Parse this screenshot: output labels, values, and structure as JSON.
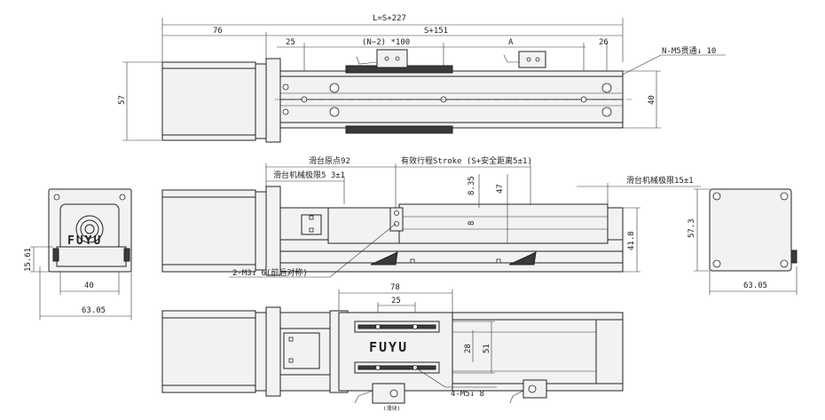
{
  "dimensions": {
    "total_length": "L=S+227",
    "motor_length": "76",
    "stroke_plus": "S+151",
    "left_offset": "25",
    "hole_pitch": "(N−2) *100",
    "pitch_a": "A",
    "right_offset": "26",
    "mount_holes": "N-M5贯通↓ 10",
    "height_57": "57",
    "width_40": "40",
    "origin": "滑台原点92",
    "effective_stroke": "有效行程Stroke (S+安全距离5±1)",
    "mech_limit_left": "滑台机械极限5 3±1",
    "mech_limit_right": "滑台机械极限15±1",
    "v_8_35": "8.35",
    "v_47": "47",
    "v_8": "8",
    "v_41_8": "41.8",
    "v_57_3": "57.3",
    "v_63_05_right": "63.05",
    "m3_holes": "2-M3↓ 6(前后对称)",
    "v_15_61": "15.61",
    "v_40_left": "40",
    "v_63_05_left": "63.05",
    "v_78": "78",
    "v_25": "25",
    "v_28": "28",
    "v_51": "51",
    "m5_holes": "4-M5↓ 8",
    "small_note": "(滑块)"
  },
  "brand": "FUYU",
  "icons": {
    "end_view_left": "actuator-end-view-icon",
    "end_view_right": "motor-end-view-icon"
  }
}
